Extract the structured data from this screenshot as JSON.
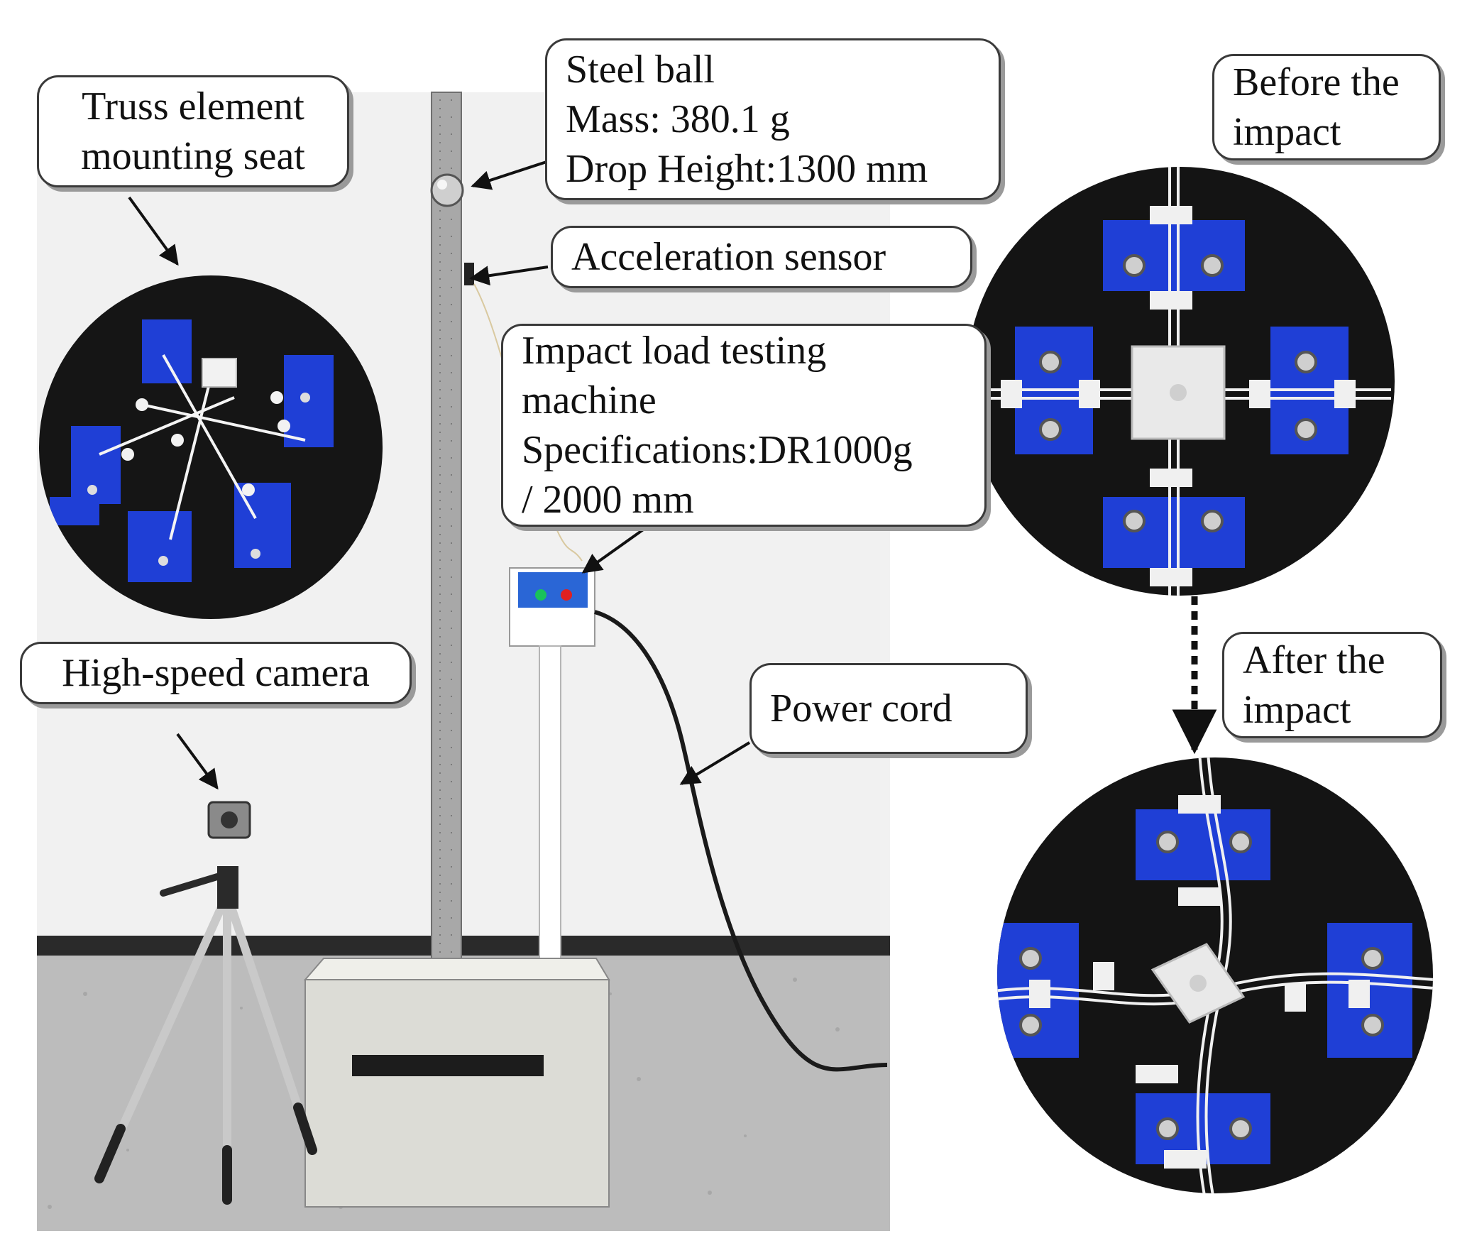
{
  "labels": {
    "truss_seat": [
      "Truss element",
      "mounting seat"
    ],
    "steel_ball": [
      "Steel ball",
      "Mass: 380.1 g",
      "Drop Height:1300 mm"
    ],
    "acceleration_sensor": "Acceleration sensor",
    "testing_machine": [
      "Impact load testing",
      "machine",
      "Specifications:DR1000g",
      "/ 2000 mm"
    ],
    "high_speed_camera": "High-speed camera",
    "power_cord": "Power cord",
    "before_impact": [
      "Before the",
      "impact"
    ],
    "after_impact": [
      "After the",
      "impact"
    ]
  },
  "colors": {
    "seat_blue": "#1f3fd6",
    "plate_black": "#141414",
    "node_white": "#eeeeee",
    "wall": "#f1f1f1",
    "floor": "#b9b9b9",
    "box_grey": "#dcdcd6",
    "arrow": "#111111"
  }
}
